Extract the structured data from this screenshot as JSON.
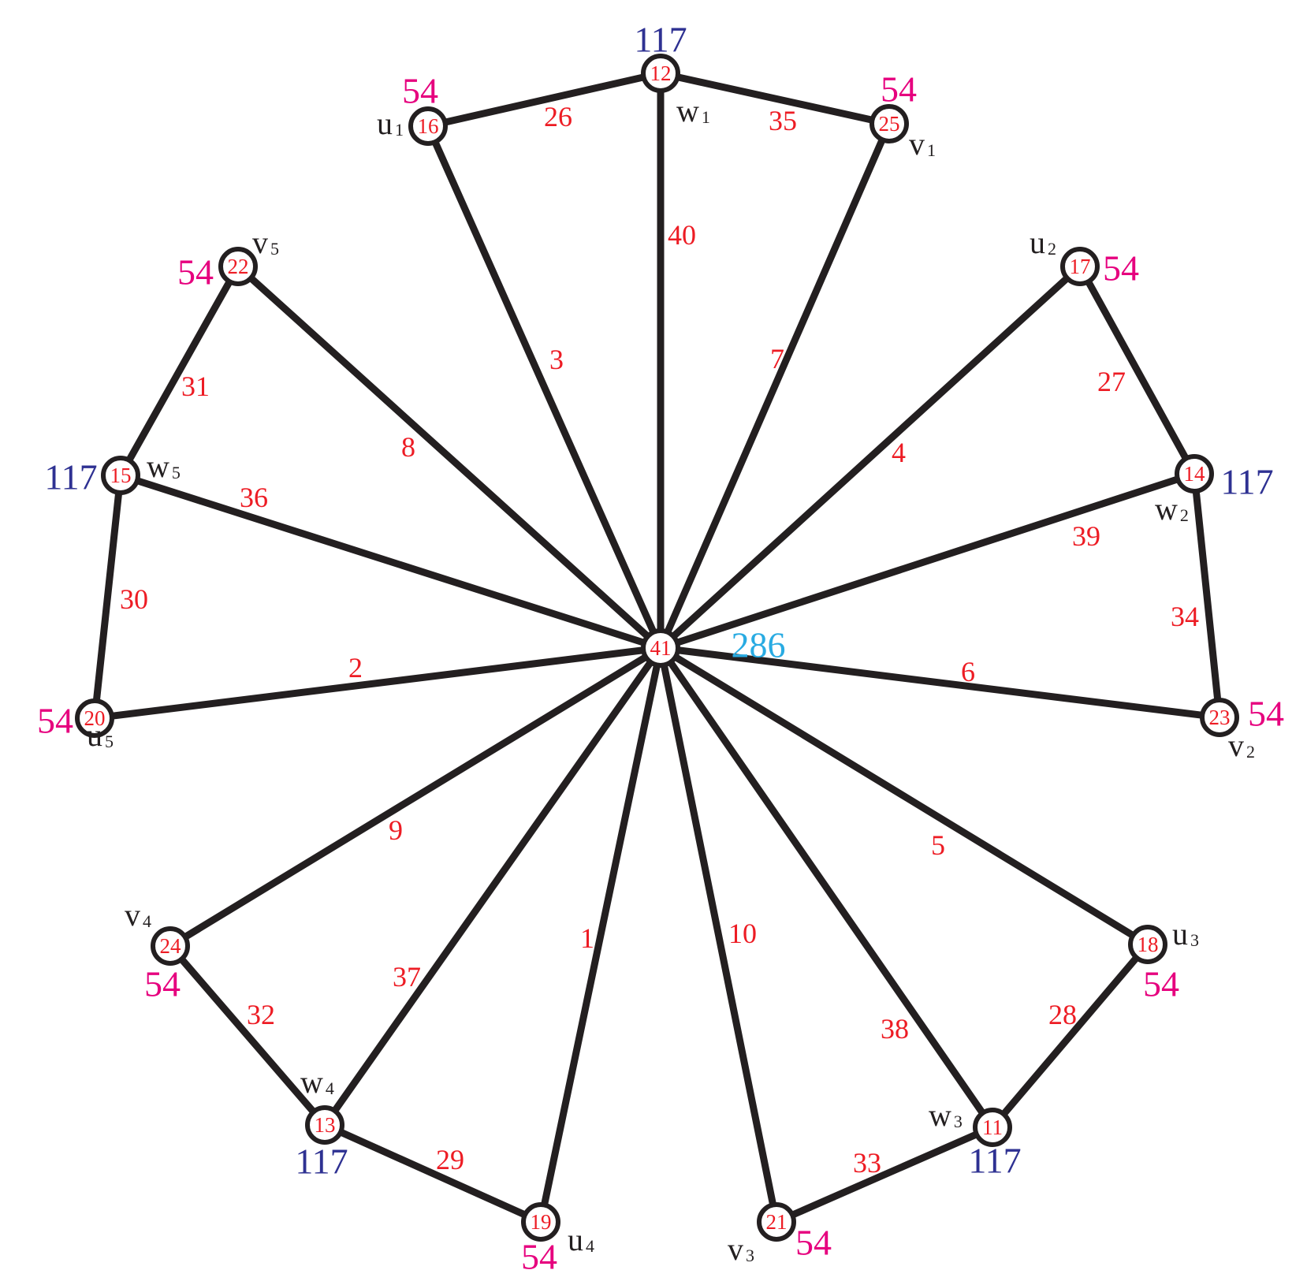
{
  "colors": {
    "edge": "#231f20",
    "vertex_label": "#ed1c24",
    "edge_label": "#ed1c24",
    "sum_hub": "#29abe2",
    "sum_w": "#2e3192",
    "sum_uv": "#e6007e",
    "name": "#231f20"
  },
  "hub": {
    "label": "41",
    "sum": "286"
  },
  "vertices": [
    {
      "id": "w1",
      "label": "12",
      "sum": "117",
      "name": "w",
      "sub": "1"
    },
    {
      "id": "u1",
      "label": "16",
      "sum": "54",
      "name": "u",
      "sub": "1"
    },
    {
      "id": "v1",
      "label": "25",
      "sum": "54",
      "name": "v",
      "sub": "1"
    },
    {
      "id": "w2",
      "label": "14",
      "sum": "117",
      "name": "w",
      "sub": "2"
    },
    {
      "id": "u2",
      "label": "17",
      "sum": "54",
      "name": "u",
      "sub": "2"
    },
    {
      "id": "v2",
      "label": "23",
      "sum": "54",
      "name": "v",
      "sub": "2"
    },
    {
      "id": "w3",
      "label": "11",
      "sum": "117",
      "name": "w",
      "sub": "3"
    },
    {
      "id": "u3",
      "label": "18",
      "sum": "54",
      "name": "u",
      "sub": "3"
    },
    {
      "id": "v3",
      "label": "21",
      "sum": "54",
      "name": "v",
      "sub": "3"
    },
    {
      "id": "w4",
      "label": "13",
      "sum": "117",
      "name": "w",
      "sub": "4"
    },
    {
      "id": "u4",
      "label": "19",
      "sum": "54",
      "name": "u",
      "sub": "4"
    },
    {
      "id": "v4",
      "label": "24",
      "sum": "54",
      "name": "v",
      "sub": "4"
    },
    {
      "id": "w5",
      "label": "15",
      "sum": "117",
      "name": "w",
      "sub": "5"
    },
    {
      "id": "u5",
      "label": "20",
      "sum": "54",
      "name": "u",
      "sub": "5"
    },
    {
      "id": "v5",
      "label": "22",
      "sum": "54",
      "name": "v",
      "sub": "5"
    }
  ],
  "edges": [
    {
      "from": "hub",
      "to": "w1",
      "label": "40"
    },
    {
      "from": "hub",
      "to": "u1",
      "label": "3"
    },
    {
      "from": "hub",
      "to": "v1",
      "label": "7"
    },
    {
      "from": "w1",
      "to": "u1",
      "label": "26"
    },
    {
      "from": "w1",
      "to": "v1",
      "label": "35"
    },
    {
      "from": "hub",
      "to": "w2",
      "label": "39"
    },
    {
      "from": "hub",
      "to": "u2",
      "label": "4"
    },
    {
      "from": "hub",
      "to": "v2",
      "label": "6"
    },
    {
      "from": "w2",
      "to": "u2",
      "label": "27"
    },
    {
      "from": "w2",
      "to": "v2",
      "label": "34"
    },
    {
      "from": "hub",
      "to": "w3",
      "label": "38"
    },
    {
      "from": "hub",
      "to": "u3",
      "label": "5"
    },
    {
      "from": "hub",
      "to": "v3",
      "label": "10"
    },
    {
      "from": "w3",
      "to": "u3",
      "label": "28"
    },
    {
      "from": "w3",
      "to": "v3",
      "label": "33"
    },
    {
      "from": "hub",
      "to": "w4",
      "label": "37"
    },
    {
      "from": "hub",
      "to": "u4",
      "label": "1"
    },
    {
      "from": "hub",
      "to": "v4",
      "label": "9"
    },
    {
      "from": "w4",
      "to": "u4",
      "label": "29"
    },
    {
      "from": "w4",
      "to": "v4",
      "label": "32"
    },
    {
      "from": "hub",
      "to": "w5",
      "label": "36"
    },
    {
      "from": "hub",
      "to": "u5",
      "label": "2"
    },
    {
      "from": "hub",
      "to": "v5",
      "label": "8"
    },
    {
      "from": "w5",
      "to": "u5",
      "label": "30"
    },
    {
      "from": "w5",
      "to": "v5",
      "label": "31"
    }
  ]
}
